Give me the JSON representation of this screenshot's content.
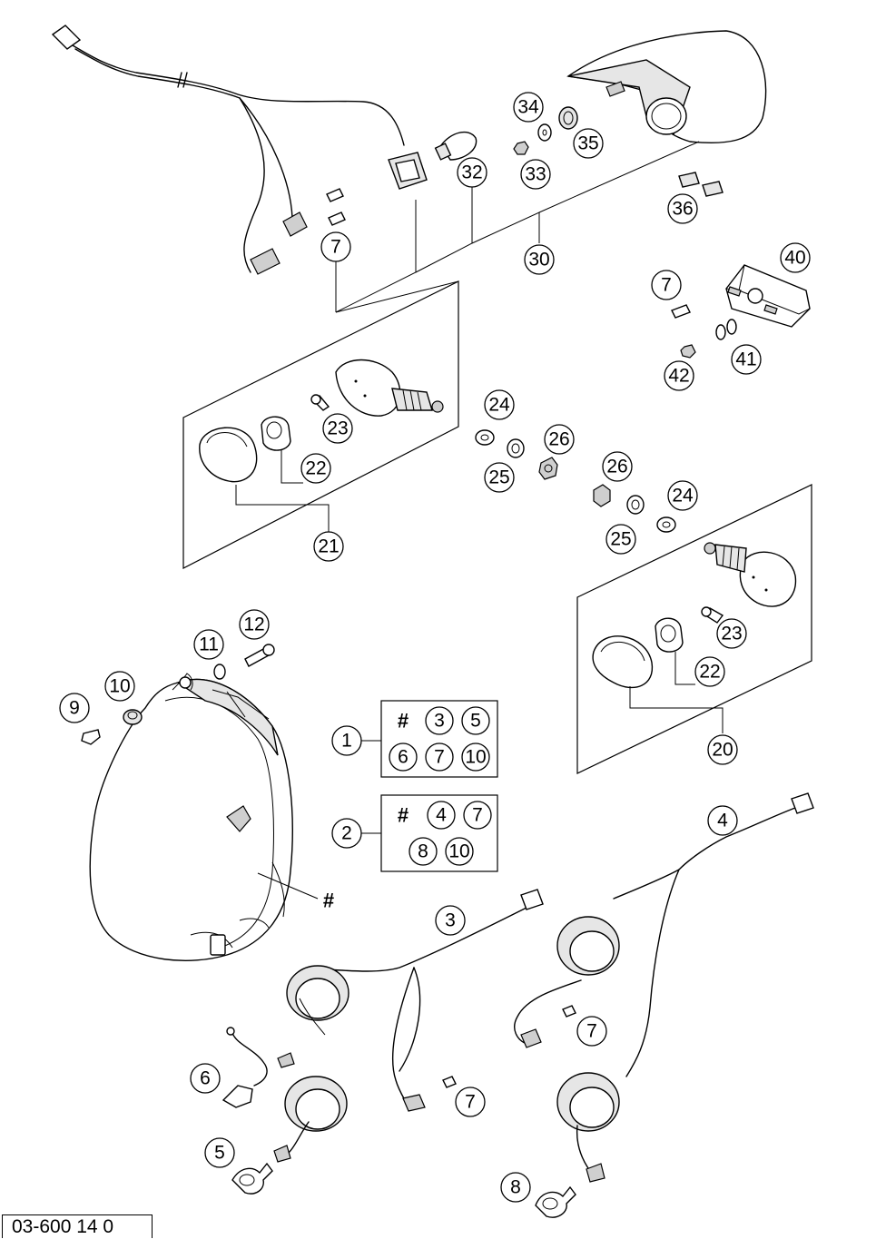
{
  "drawing_number": "03-600 14 0",
  "hash_symbol": "#",
  "callouts": {
    "c1": "1",
    "c2": "2",
    "c3": "3",
    "c4": "4",
    "c5": "5",
    "c6": "6",
    "c7a": "7",
    "c7b": "7",
    "c7c": "7",
    "c7d": "7",
    "c8": "8",
    "c9": "9",
    "c10": "10",
    "c11": "11",
    "c12": "12",
    "c20": "20",
    "c21": "21",
    "c22a": "22",
    "c22b": "22",
    "c23a": "23",
    "c23b": "23",
    "c24a": "24",
    "c24b": "24",
    "c25a": "25",
    "c25b": "25",
    "c26a": "26",
    "c26b": "26",
    "c30": "30",
    "c32": "32",
    "c33": "33",
    "c34": "34",
    "c35": "35",
    "c36": "36",
    "c40": "40",
    "c41": "41",
    "c42": "42"
  },
  "kit_box_1": {
    "hash": "#",
    "items": [
      "3",
      "5",
      "6",
      "7",
      "10"
    ]
  },
  "kit_box_2": {
    "hash": "#",
    "items": [
      "4",
      "7",
      "8",
      "10"
    ]
  }
}
